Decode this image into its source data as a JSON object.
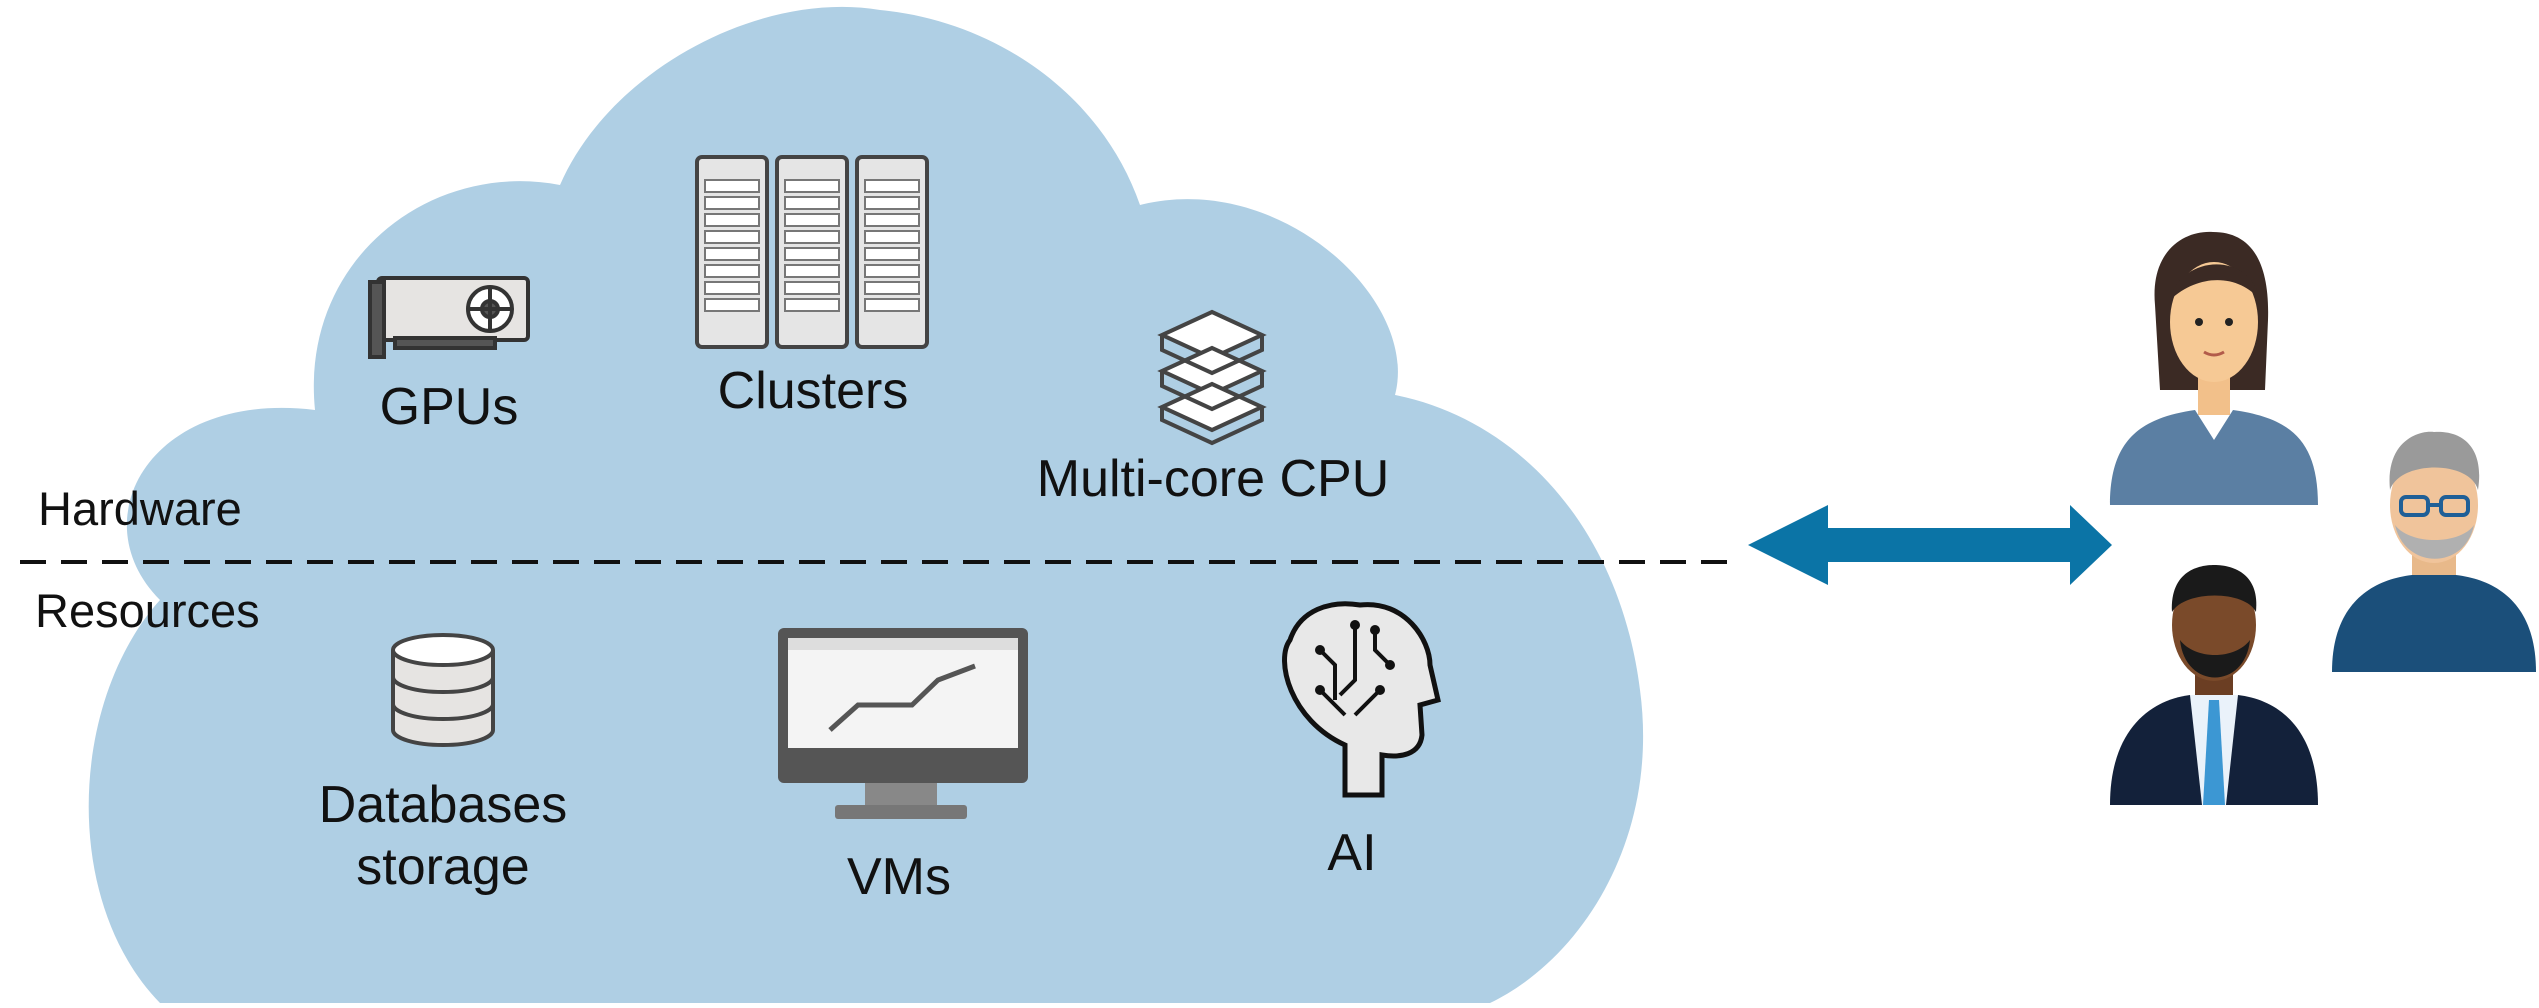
{
  "labels": {
    "gpus": "GPUs",
    "clusters": "Clusters",
    "cpu": "Multi-core CPU",
    "hardware": "Hardware",
    "resources": "Resources",
    "db_line1": "Databases",
    "db_line2": "storage",
    "vms": "VMs",
    "ai": "AI"
  },
  "colors": {
    "cloud": "#afcfe4",
    "arrow": "#0b74a6",
    "divider": "#111111"
  },
  "icons": [
    "gpu-icon",
    "server-rack-icon",
    "cpu-icon",
    "database-icon",
    "monitor-icon",
    "ai-head-icon",
    "woman-avatar",
    "older-man-avatar",
    "businessman-avatar"
  ]
}
